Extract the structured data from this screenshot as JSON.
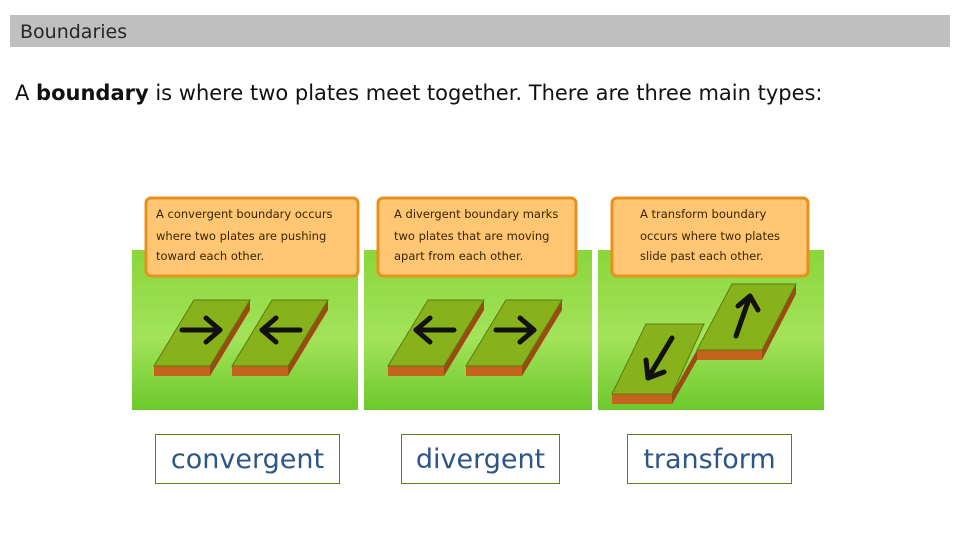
{
  "header": {
    "title": "Boundaries"
  },
  "intro": {
    "before": "A ",
    "bold": "boundary",
    "after": " is where two plates meet together. There are three main types:"
  },
  "panels": [
    {
      "caption_lines": [
        "A convergent boundary occurs",
        "where two plates are pushing",
        "toward each other."
      ]
    },
    {
      "caption_lines": [
        "A divergent boundary marks",
        "two plates that are moving",
        "apart from each other."
      ]
    },
    {
      "caption_lines": [
        "A transform boundary",
        "occurs where two plates",
        "slide past each other."
      ]
    }
  ],
  "labels": [
    "convergent",
    "divergent",
    "transform"
  ],
  "colors": {
    "panel_green": "#6cc92c",
    "panel_green_light": "#9be14a",
    "caption_bg": "#ffc773",
    "caption_border": "#e8901c",
    "plate_top": "#88b21c",
    "plate_side": "#c5621c",
    "arrow": "#111111"
  }
}
